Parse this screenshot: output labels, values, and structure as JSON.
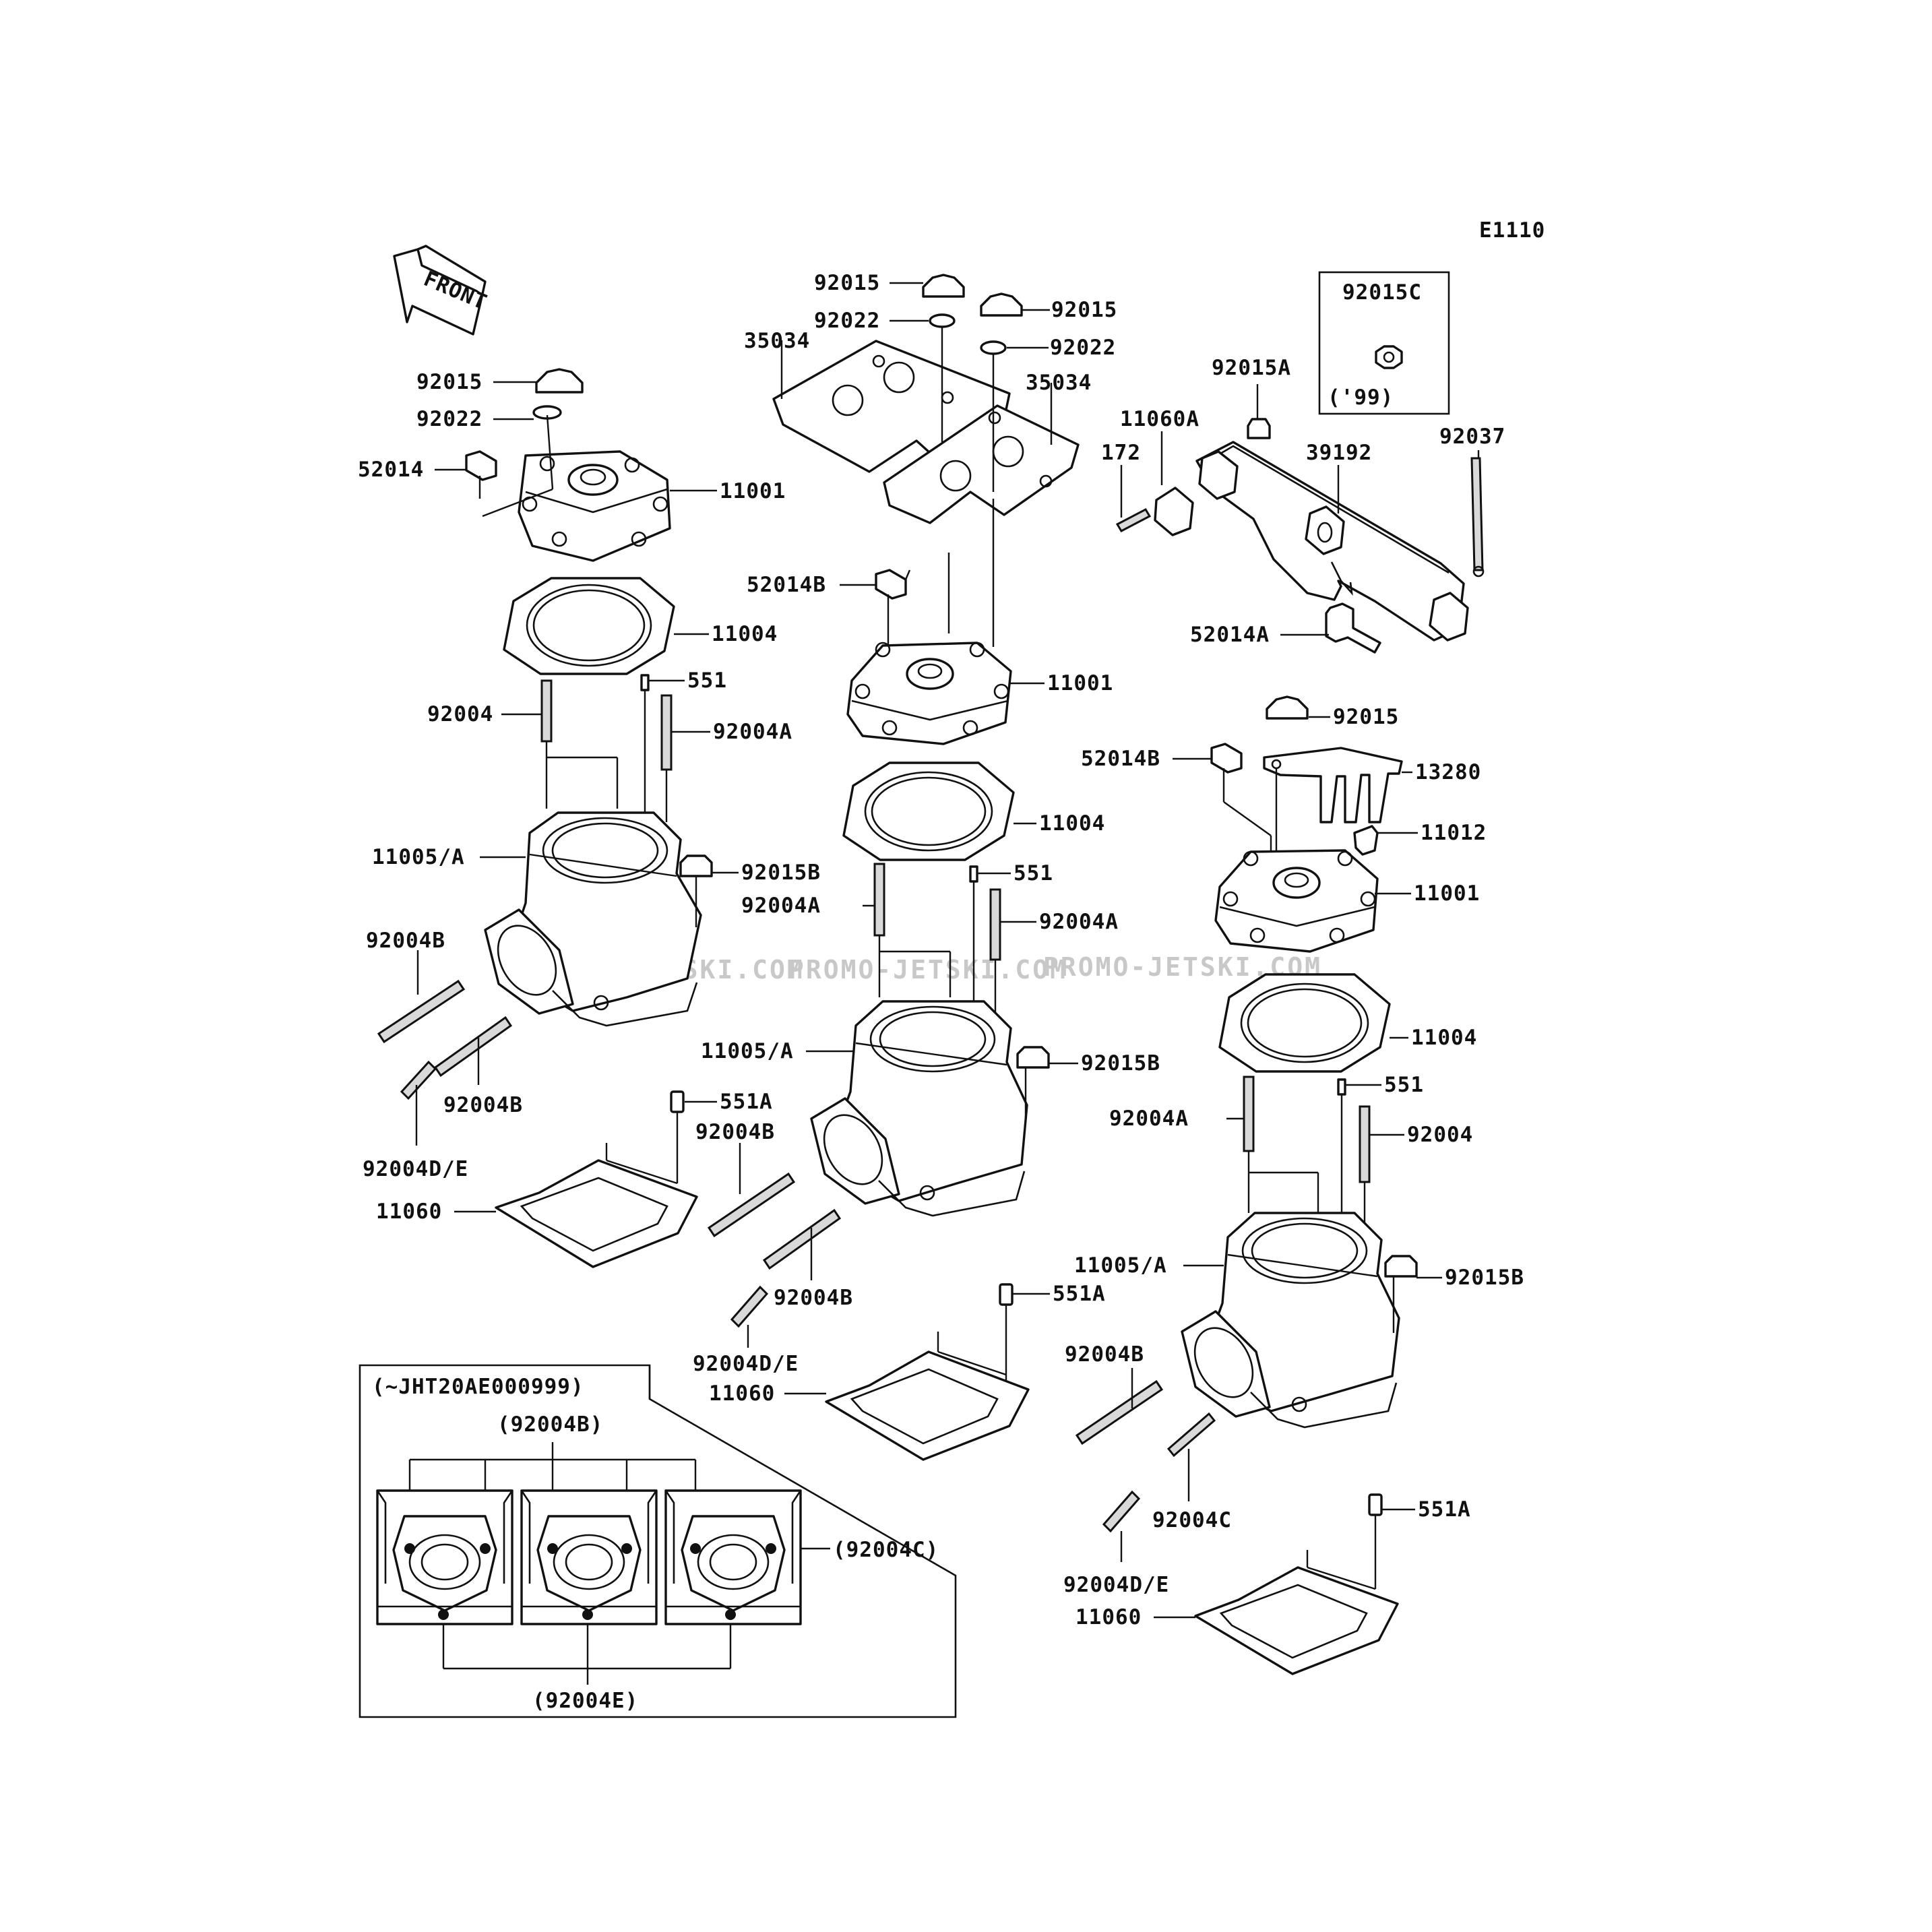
{
  "page_code": "E1110",
  "front_label": "FRONT",
  "watermarks": [
    "JETSKI.COM",
    "PROMO-JETSKI.COM",
    "PROMO-JETSKI.COM"
  ],
  "inset_99": {
    "part": "92015C",
    "note": "('99)"
  },
  "inset_bottom": {
    "title": "(~JHT20AE000999)",
    "top_label": "(92004B)",
    "side_label": "(92004C)",
    "bottom_label": "(92004E)"
  },
  "labels": {
    "l1": {
      "a": "92015",
      "b": "92022",
      "c": "52014",
      "d": "11001",
      "e": "11004",
      "f": "92004",
      "g": "551",
      "h": "92004A",
      "i": "11005/A",
      "j": "92015B",
      "k": "92004B",
      "l": "92004B",
      "m": "92004D/E",
      "n": "551A",
      "o": "11060"
    },
    "c": {
      "a": "92015",
      "b": "92022",
      "c": "35034",
      "d": "92015",
      "e": "92022",
      "f": "35034",
      "g": "52014B",
      "h": "11001",
      "i": "11004",
      "j": "551",
      "k": "92004A",
      "l": "92004A",
      "m": "11005/A",
      "n": "92015B",
      "o": "92004B",
      "p": "92004B",
      "q": "92004D/E",
      "r": "551A",
      "s": "11060"
    },
    "r": {
      "a": "92015A",
      "b": "11060A",
      "c": "172",
      "d": "39192",
      "e": "92037",
      "f": "52014A",
      "g": "92015",
      "h": "52014B",
      "i": "13280",
      "j": "11012",
      "k": "11001",
      "l": "11004",
      "m": "551",
      "n": "92004A",
      "o": "92004",
      "p": "11005/A",
      "q": "92015B",
      "r": "92004B",
      "s": "92004C",
      "t": "92004D/E",
      "u": "551A",
      "v": "11060"
    }
  }
}
